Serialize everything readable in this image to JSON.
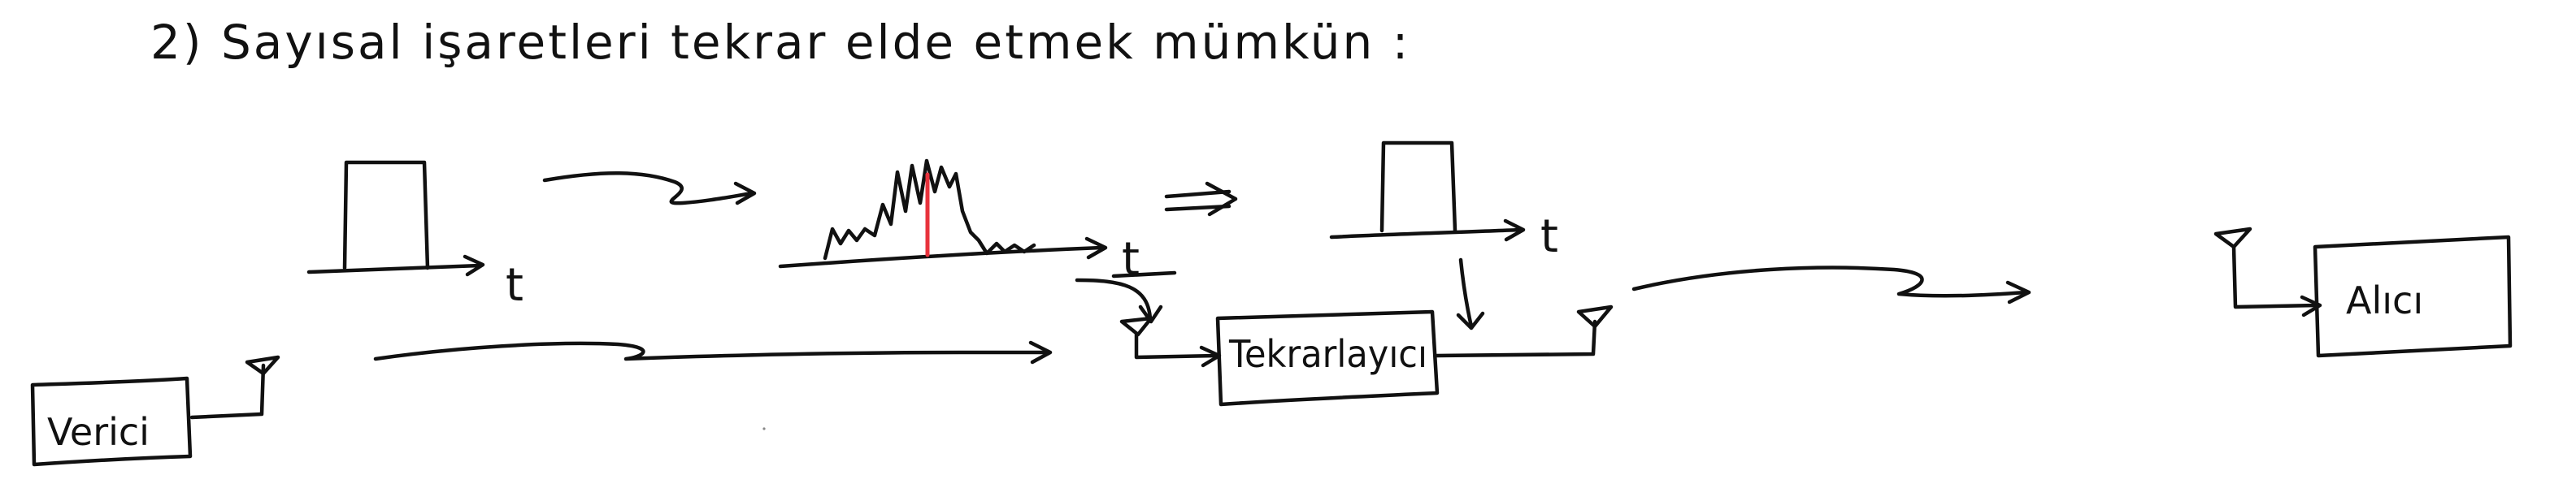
{
  "title": "2) Sayısal işaretleri tekrar elde etmek mümkün :",
  "labels": {
    "source": "Verici",
    "repeater": "Tekrarlayıcı",
    "receiver": "Alıcı",
    "time_axis": "t"
  },
  "colors": {
    "ink": "#111111",
    "highlight": "#e8323c"
  }
}
